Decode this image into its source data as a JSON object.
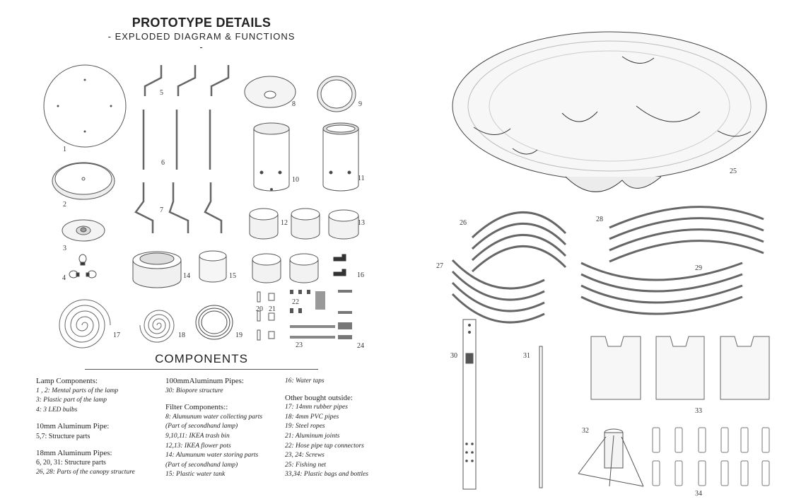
{
  "title": "PROTOTYPE DETAILS",
  "subtitle": "- EXPLODED DIAGRAM & FUNCTIONS -",
  "components_heading": "COMPONENTS",
  "part_labels": [
    "1",
    "2",
    "3",
    "4",
    "5",
    "6",
    "7",
    "8",
    "9",
    "10",
    "11",
    "12",
    "13",
    "14",
    "15",
    "16",
    "17",
    "18",
    "19",
    "20",
    "21",
    "22",
    "23",
    "24",
    "25",
    "26",
    "27",
    "28",
    "29",
    "30",
    "31",
    "32",
    "33",
    "34"
  ],
  "legend": {
    "col1": [
      {
        "head": "Lamp Components:"
      },
      {
        "item": "1 , 2: Mental parts of the lamp"
      },
      {
        "item": "3: Plastic part of the lamp"
      },
      {
        "item": "4: 3 LED bulbs"
      },
      {
        "head": "10mm Aluminum Pipe:"
      },
      {
        "text": "5,7:  Structure parts"
      },
      {
        "head": "18mm Aluminum Pipes:"
      },
      {
        "text": "6, 20, 31: Structure parts"
      },
      {
        "item": "26, 28: Parts of the canopy structure"
      }
    ],
    "col2": [
      {
        "head": "100mmAluminum Pipes:"
      },
      {
        "item": "30: Biopore structure"
      },
      {
        "head": "Filter Components::"
      },
      {
        "item": "8: Alumunum water collecting parts"
      },
      {
        "item": "(Part of  secondhand lamp)"
      },
      {
        "item": "9,10,11: IKEA trash bin"
      },
      {
        "item": "12,13: IKEA flower pots"
      },
      {
        "item": "14: Alumunum water storing parts"
      },
      {
        "item": "(Part of  secondhand lamp)"
      },
      {
        "item": "15: Plastic water tank"
      }
    ],
    "col3": [
      {
        "item": "16: Water taps"
      },
      {
        "head": "Other bought outside:"
      },
      {
        "item": "17: 14mm rubber pipes"
      },
      {
        "item": "18: 4mm PVC pipes"
      },
      {
        "item": "19: Steel ropes"
      },
      {
        "item": "21: Aluminum joints"
      },
      {
        "item": "22: Hose pipe tap connectors"
      },
      {
        "item": "23, 24: Screws"
      },
      {
        "item": "25: Fishing net"
      },
      {
        "item": "33,34: Plastic bags and bottles"
      }
    ]
  }
}
